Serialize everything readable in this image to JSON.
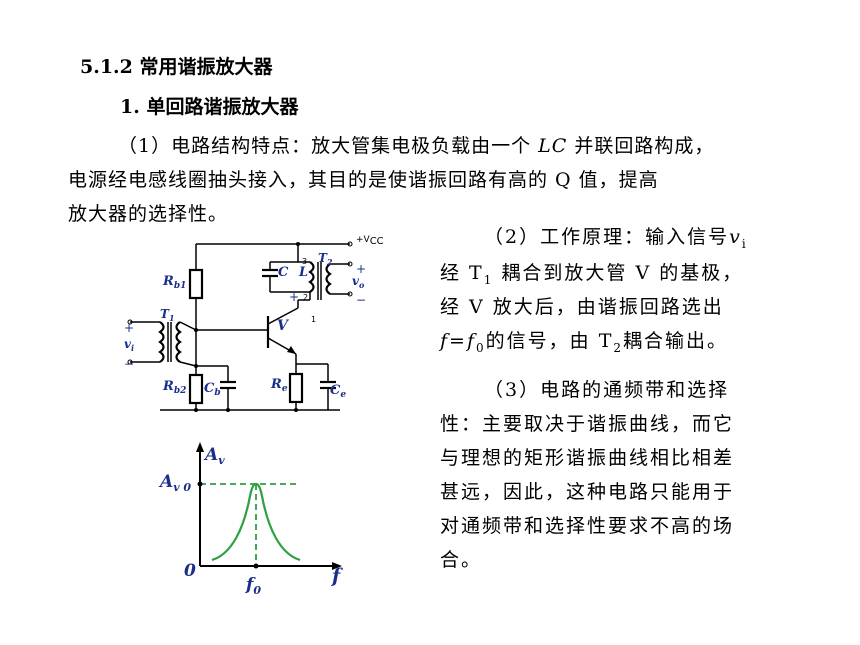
{
  "heading": "5.1.2 常用谐振放大器",
  "subheading": "1. 单回路谐振放大器",
  "para1": {
    "line1_before": "（1）电路结构特点：放大管集电极负载由一个 ",
    "line1_lc": "LC",
    "line1_after": " 并联回路构成，",
    "line2": "电源经电感线圈抽头接入，其目的是使谐振回路有高的 Q 值，提高",
    "line3": "放大器的选择性。"
  },
  "para2": {
    "line1": "（2）工作原理：输入信号",
    "line1_var": "v",
    "line1_sub": "i",
    "line2_a": "经 T",
    "line2_sub": "1",
    "line2_b": " 耦合到放大管 V 的基极，",
    "line3": "经 V 放大后，由谐振回路选出",
    "line4_f": "f",
    "line4_eq": "=",
    "line4_f0": "f",
    "line4_f0sub": "0",
    "line4_b": "的信号，由 T",
    "line4_sub": "2",
    "line4_c": "耦合输出。"
  },
  "para3": {
    "line1": "（3）电路的通频带和选择",
    "line2": "性：主要取决于谐振曲线，而它",
    "line3": "与理想的矩形谐振曲线相比相差",
    "line4": "甚远，因此，这种电路只能用于",
    "line5": "对通频带和选择性要求不高的场",
    "line6": "合。"
  },
  "circuit": {
    "vcc": "+V",
    "vcc_sub": "CC",
    "rb1": "R",
    "rb1_sub": "b1",
    "rb2": "R",
    "rb2_sub": "b2",
    "cb": "C",
    "cb_sub": "b",
    "re": "R",
    "re_sub": "e",
    "ce": "C",
    "ce_sub": "e",
    "c": "C",
    "l": "L",
    "t1": "T",
    "t1_sub": "1",
    "t2": "T",
    "t2_sub": "2",
    "v": "V",
    "vi": "v",
    "vi_sub": "i",
    "vo": "v",
    "vo_sub": "o",
    "pin1": "1",
    "pin2": "2",
    "pin3": "3",
    "plus": "+",
    "minus": "−"
  },
  "resonance_curve": {
    "y_label": "A",
    "y_label_sub": "v",
    "peak_label": "A",
    "peak_label_sub": "v 0",
    "origin": "0",
    "x_label": "f",
    "f0_label": "f",
    "f0_sub": "0",
    "colors": {
      "curve": "#2ea043",
      "dashed": "#2ea043",
      "labels": "#1a2f8a"
    }
  }
}
